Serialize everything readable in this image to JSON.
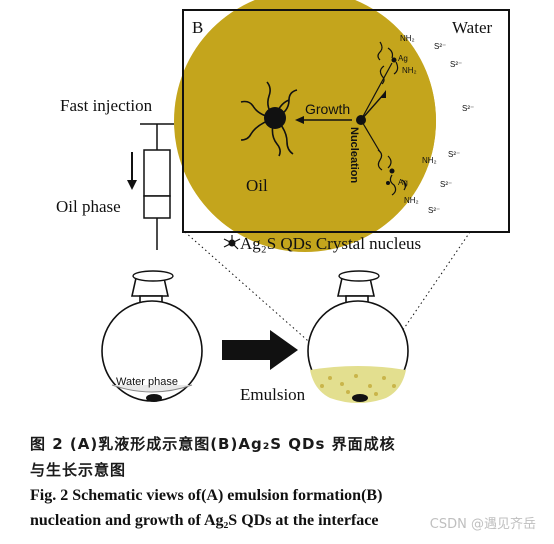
{
  "figure": {
    "panel_label": "B",
    "water_label": "Water",
    "oil_label": "Oil",
    "growth_label": "Growth",
    "nucleation_label": "Nucleation",
    "fast_injection": "Fast injection",
    "oil_phase": "Oil phase",
    "legend_text": "Ag₂S QDs Crystal nucleus",
    "water_phase": "Water phase",
    "emulsion": "Emulsion",
    "nh2": "NH₂",
    "ag": "Ag",
    "s2": "S²⁻"
  },
  "caption": {
    "cn_line1": "图 2  (A)乳液形成示意图(B)Ag₂S QDs 界面成核",
    "cn_line2": "与生长示意图",
    "en_line1": "Fig. 2   Schematic views of(A) emulsion formation(B)",
    "en_line2": "nucleation and growth of Ag₂S QDs at the interface"
  },
  "watermark": "CSDN @遇见齐岳",
  "colors": {
    "oil": "#c4a51c",
    "emulsion": "#e3df8f",
    "ink": "#111111"
  }
}
